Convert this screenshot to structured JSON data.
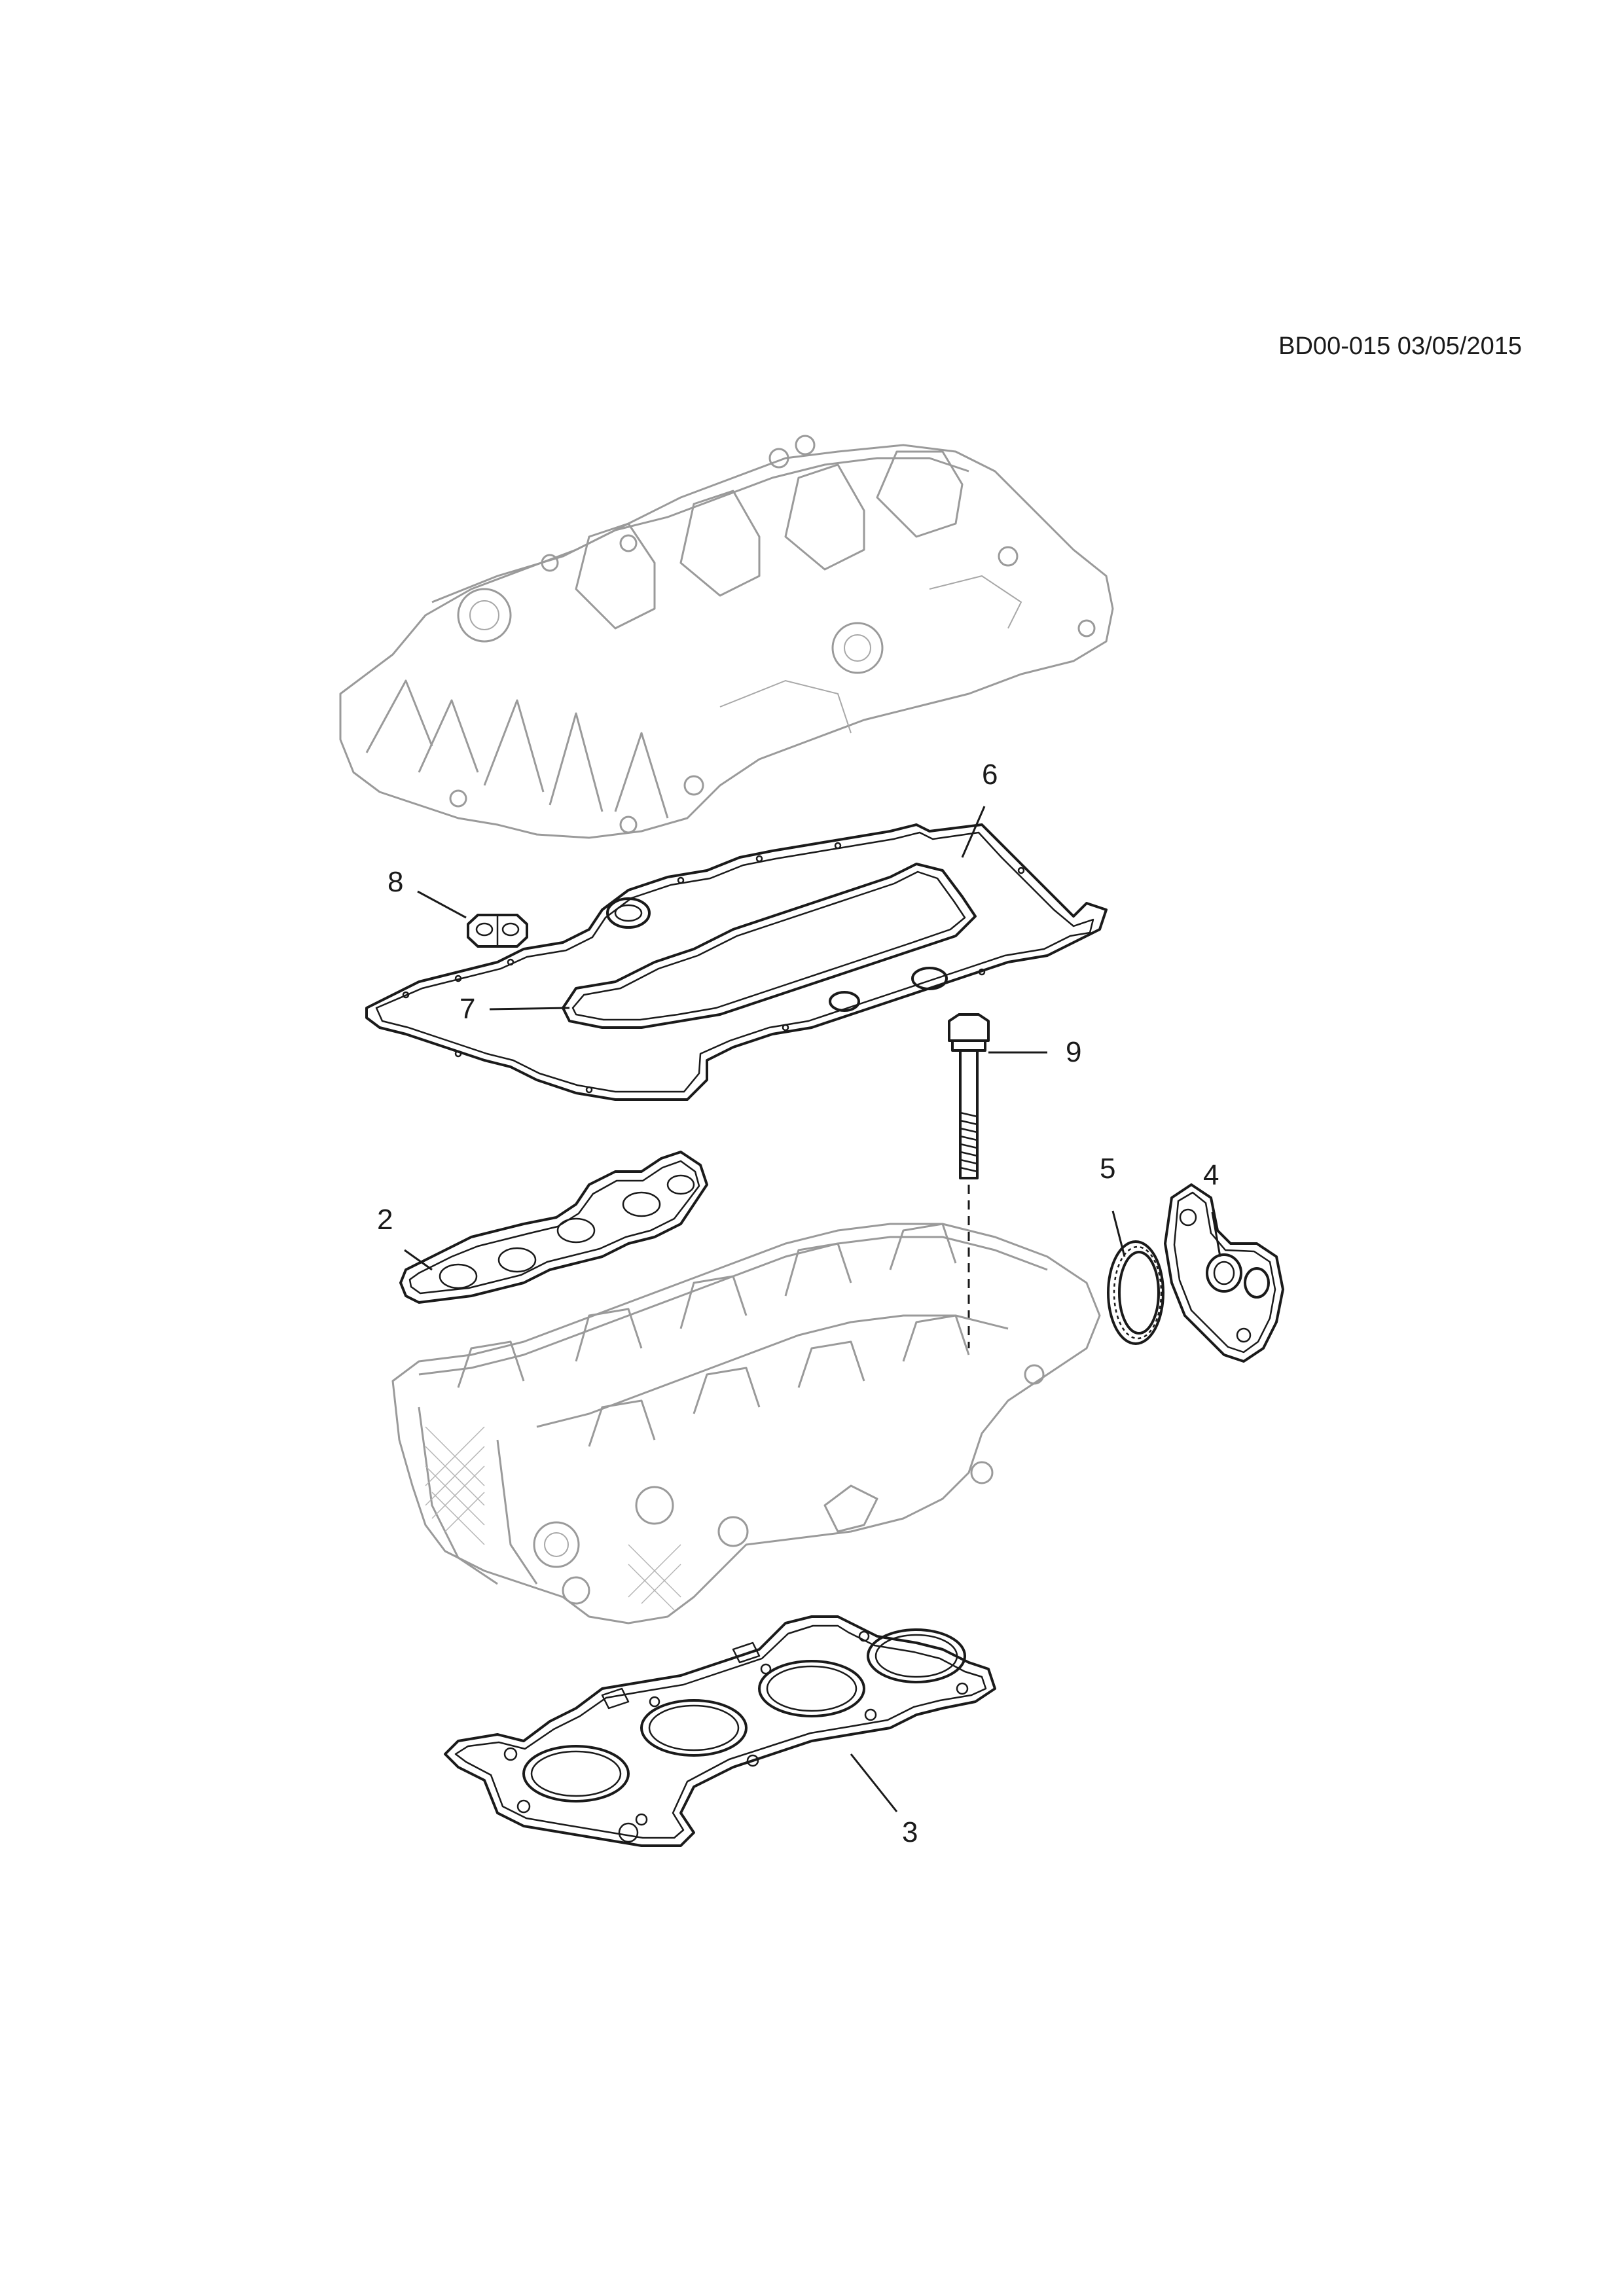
{
  "reference": "BD00-015 03/05/2015",
  "callouts": [
    {
      "id": "c2",
      "number": "2"
    },
    {
      "id": "c3",
      "number": "3"
    },
    {
      "id": "c4",
      "number": "4"
    },
    {
      "id": "c5",
      "number": "5"
    },
    {
      "id": "c6",
      "number": "6"
    },
    {
      "id": "c7",
      "number": "7"
    },
    {
      "id": "c8",
      "number": "8"
    },
    {
      "id": "c9",
      "number": "9"
    }
  ],
  "colors": {
    "ink": "#1a1a1a",
    "ghost": "#9a9a9a"
  }
}
